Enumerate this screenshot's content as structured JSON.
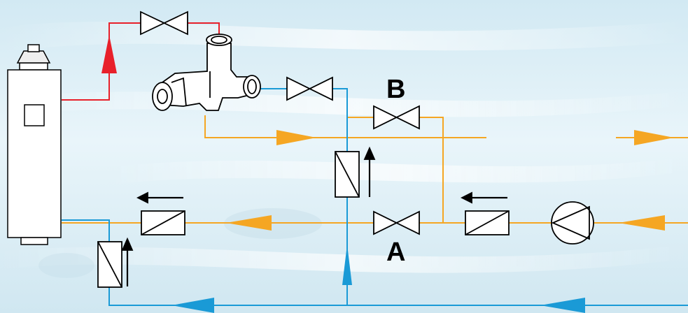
{
  "labels": {
    "valve_b": "B",
    "valve_a": "A"
  },
  "colors": {
    "hot_water": "#e8202a",
    "cold_water": "#1a9ad6",
    "mixed_water": "#f5a623",
    "symbol_stroke": "#000000",
    "background": "#dceff7"
  },
  "components": [
    "water-heater",
    "thermostatic-mixing-valve",
    "isolation-valve",
    "bypass-valve-b",
    "valve-a",
    "check-valve",
    "circulation-pump"
  ]
}
